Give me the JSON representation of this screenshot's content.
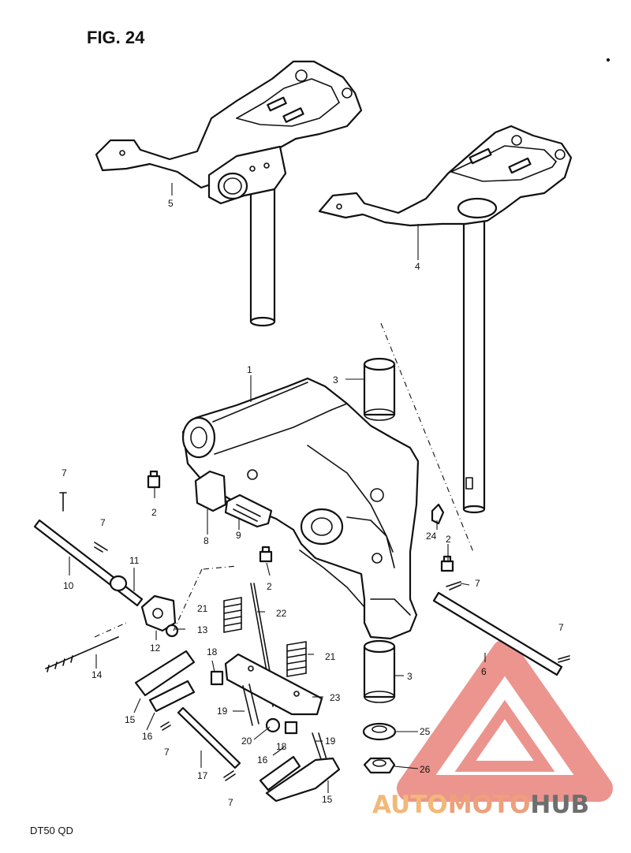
{
  "figure": {
    "title": "FIG. 24",
    "model": "DT50 QD"
  },
  "part_labels": {
    "p1": "1",
    "p2a": "2",
    "p2b": "2",
    "p2c": "2",
    "p3a": "3",
    "p3b": "3",
    "p4": "4",
    "p5": "5",
    "p6": "6",
    "p7a": "7",
    "p7b": "7",
    "p7c": "7",
    "p7d": "7",
    "p7e": "7",
    "p7f": "7",
    "p8": "8",
    "p9": "9",
    "p10": "10",
    "p11": "11",
    "p12": "12",
    "p13": "13",
    "p14": "14",
    "p15a": "15",
    "p15b": "15",
    "p16a": "16",
    "p16b": "16",
    "p17": "17",
    "p18a": "18",
    "p18b": "18",
    "p19a": "19",
    "p19b": "19",
    "p20": "20",
    "p21a": "21",
    "p21b": "21",
    "p22": "22",
    "p23": "23",
    "p24": "24",
    "p25": "25",
    "p26": "26"
  },
  "watermark": {
    "part1": "AUTO",
    "part2": "MOTO",
    "part3": "HUB",
    "colors": {
      "triangle": "#e8827a",
      "auto": "#f2b879",
      "moto": "#eda07a",
      "hub": "#6e6e6e"
    }
  }
}
